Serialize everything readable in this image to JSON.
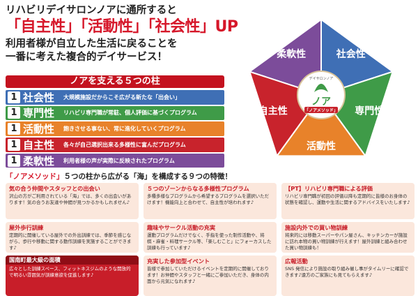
{
  "headline": {
    "line1": "リハビリデイサロンノアに通所すると",
    "line2": "「自主性」「活動性」「社会性」UP",
    "line3": "利用者様が自立した生活に戻ることを",
    "line4": "一番に考えた複合的デイサービス！"
  },
  "pillars": {
    "title": "ノアを支える５つの柱",
    "items": [
      {
        "num": "1",
        "name": "社会性",
        "desc": "大規模施設だからこそ広がる新たな「出会い」",
        "color": "#3f6fb5"
      },
      {
        "num": "1",
        "name": "専門性",
        "desc": "リハビリ専門職が常駐、個人評価に基づくプログラム",
        "color": "#3f9b48"
      },
      {
        "num": "1",
        "name": "活動性",
        "desc": "飽きさせる事ない、常に進化していくプログラム",
        "color": "#e8822a"
      },
      {
        "num": "1",
        "name": "自主性",
        "desc": "各々が自己選択出来る多様性に富んだプログラム",
        "color": "#c8232c"
      },
      {
        "num": "1",
        "name": "柔軟性",
        "desc": "利用者様の声が実際に反映されたプログラム",
        "color": "#7c4c9a"
      }
    ]
  },
  "pentagon": {
    "segments": [
      {
        "label": "柔軟性",
        "color": "#7c4c9a"
      },
      {
        "label": "社会性",
        "color": "#3f6fb5"
      },
      {
        "label": "専門性",
        "color": "#3f9b48"
      },
      {
        "label": "活動性",
        "color": "#e8822a"
      },
      {
        "label": "自主性",
        "color": "#c8232c"
      }
    ],
    "logo_small": "デイサロンノア",
    "logo_main": "ノア",
    "logo_sub": "「ノアメソッド」"
  },
  "features": {
    "title_quote": "「ノアメソッド」",
    "title_rest": "５つの柱から広がる「海」を構成する９つの特徴！",
    "cards": [
      {
        "title": "気の合う仲間やスタッフとの出会い",
        "body": "沢山の方がご利用されている「海」では、多くの出会いがあります！気の合うお友達や仲間が見つかるかもしれません♪",
        "style": "peach"
      },
      {
        "title": "５つのゾーンからなる多様性プログラム",
        "body": "多種多様なプログラムから希望するプログラムを選択いただけます！機能向上と合わせて、自主性が培われます♪",
        "style": "peach"
      },
      {
        "title": "【PT】リハビリ専門職による評価",
        "body": "リハビリ専門職が初回の評価以降も定期的に皆様のお身体の状態を確認し、運動や生活に関するアドバイスをいたします♪",
        "style": "peach"
      },
      {
        "title": "屋外歩行訓練",
        "body": "定期的に開催している屋外での外出訓練では、季節を感じながら、歩行や移動に関する動作訓練を実施することができます♪",
        "style": "peach"
      },
      {
        "title": "趣味やサークル活動の充実",
        "body": "運動プログラムだけでなく、手指を使った制作活動や、将棋・麻雀・料理サークル等、「楽しむこと」にフォーカスした訓練も行っています♪",
        "style": "peach"
      },
      {
        "title": "施設内外での買い物訓練",
        "body": "将来的には移動スーパーやパン屋さん、キッチンカーが施設に訪れ本物の買い物訓練が行えます！屋外訓練と組み合わせた買い物訓練も！",
        "style": "peach"
      },
      {
        "title": "国南町最大級の面積",
        "body": "広々とした訓練スペース、フィットネスジムのような開放的で明るい雰囲気が訓練意欲を促進します♪",
        "style": "red"
      },
      {
        "title": "充実した参加型イベント",
        "body": "皆様で参加していただけるイベントを定期的に開催しております！お仲間やスタッフと一緒にご参加いただき、身体の内面から元気になれます♪",
        "style": "peach"
      },
      {
        "title": "広報活動",
        "body": "SNS 発信により施設の取り組み催し事がタイムリーに確認できます♪遠方のご家族にも見てもらえます♪",
        "style": "peach"
      }
    ]
  }
}
